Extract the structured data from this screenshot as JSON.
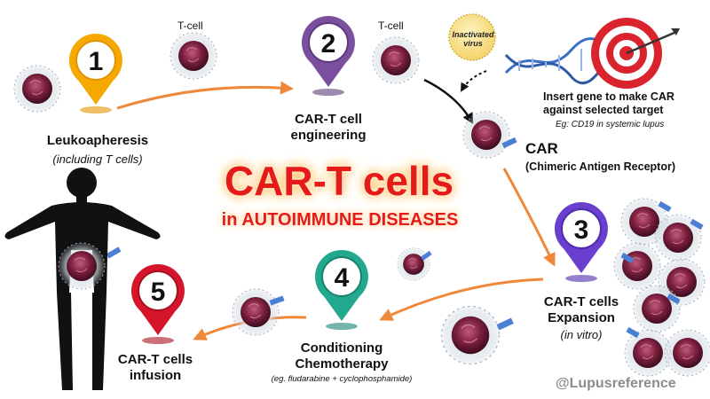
{
  "steps": [
    {
      "number": "1",
      "title": "Leukoapheresis",
      "subtitle": "(including T cells)",
      "color": "#f5a800"
    },
    {
      "number": "2",
      "title_line1": "CAR-T cell",
      "title_line2": "engineering",
      "color": "#7a4f9e"
    },
    {
      "number": "3",
      "title_line1": "CAR-T cells",
      "title_line2": "Expansion",
      "subtitle": "(in vitro)",
      "color": "#6a3fd0"
    },
    {
      "number": "4",
      "title_line1": "Conditioning",
      "title_line2": "Chemotherapy",
      "subtitle": "(eg. fludarabine + cyclophosphamide)",
      "color": "#21a88e"
    },
    {
      "number": "5",
      "title_line1": "CAR-T cells",
      "title_line2": "infusion",
      "color": "#d4152a"
    }
  ],
  "labels": {
    "tcell_1": "T-cell",
    "tcell_2": "T-cell",
    "virus": "Inactivated virus",
    "insert_line1": "Insert gene to make CAR",
    "insert_line2": "against selected target",
    "insert_example": "Eg: CD19 in systemic lupus",
    "car": "CAR",
    "car_full": "(Chimeric Antigen Receptor)"
  },
  "title": {
    "main": "CAR-T cells",
    "sub": "in AUTOIMMUNE DISEASES"
  },
  "credit": "@Lupusreference",
  "colors": {
    "title_red": "#e41b17",
    "arrow_orange": "#f0883a",
    "car_blue": "#4a7fd4",
    "cell_purple": "#7a1f3d"
  }
}
